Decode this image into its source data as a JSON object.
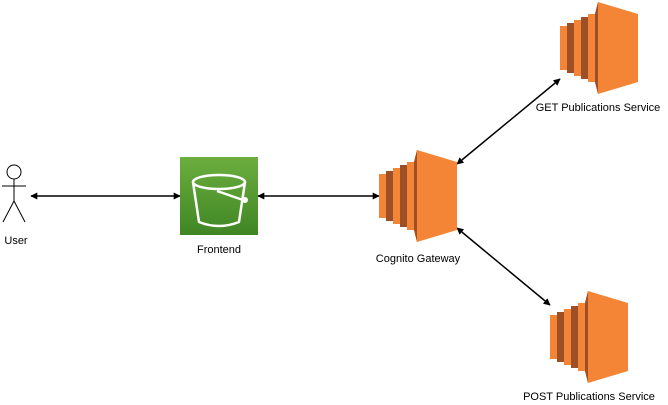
{
  "colors": {
    "canvas_bg": "#ffffff",
    "line": "#000000",
    "ec2_light": "#F58536",
    "ec2_dark": "#9D5025",
    "s3_bg_top": "#3F8624",
    "s3_bg_bottom": "#6CAE3E",
    "s3_glyph": "#ffffff"
  },
  "icons": {
    "user": "user-stick-figure-icon",
    "frontend": "aws-s3-bucket-icon",
    "services": "aws-ec2-compute-icon"
  },
  "nodes": {
    "user": {
      "label": "User"
    },
    "frontend": {
      "label": "Frontend"
    },
    "gateway": {
      "label": "Cognito Gateway"
    },
    "get_service": {
      "label": "GET Publications Service"
    },
    "post_service": {
      "label": "POST Publications Service"
    }
  },
  "edges": [
    {
      "from": "User",
      "to": "Frontend",
      "direction": "both"
    },
    {
      "from": "Frontend",
      "to": "Cognito Gateway",
      "direction": "both"
    },
    {
      "from": "Cognito Gateway",
      "to": "GET Publications Service",
      "direction": "both"
    },
    {
      "from": "Cognito Gateway",
      "to": "POST Publications Service",
      "direction": "both"
    }
  ]
}
